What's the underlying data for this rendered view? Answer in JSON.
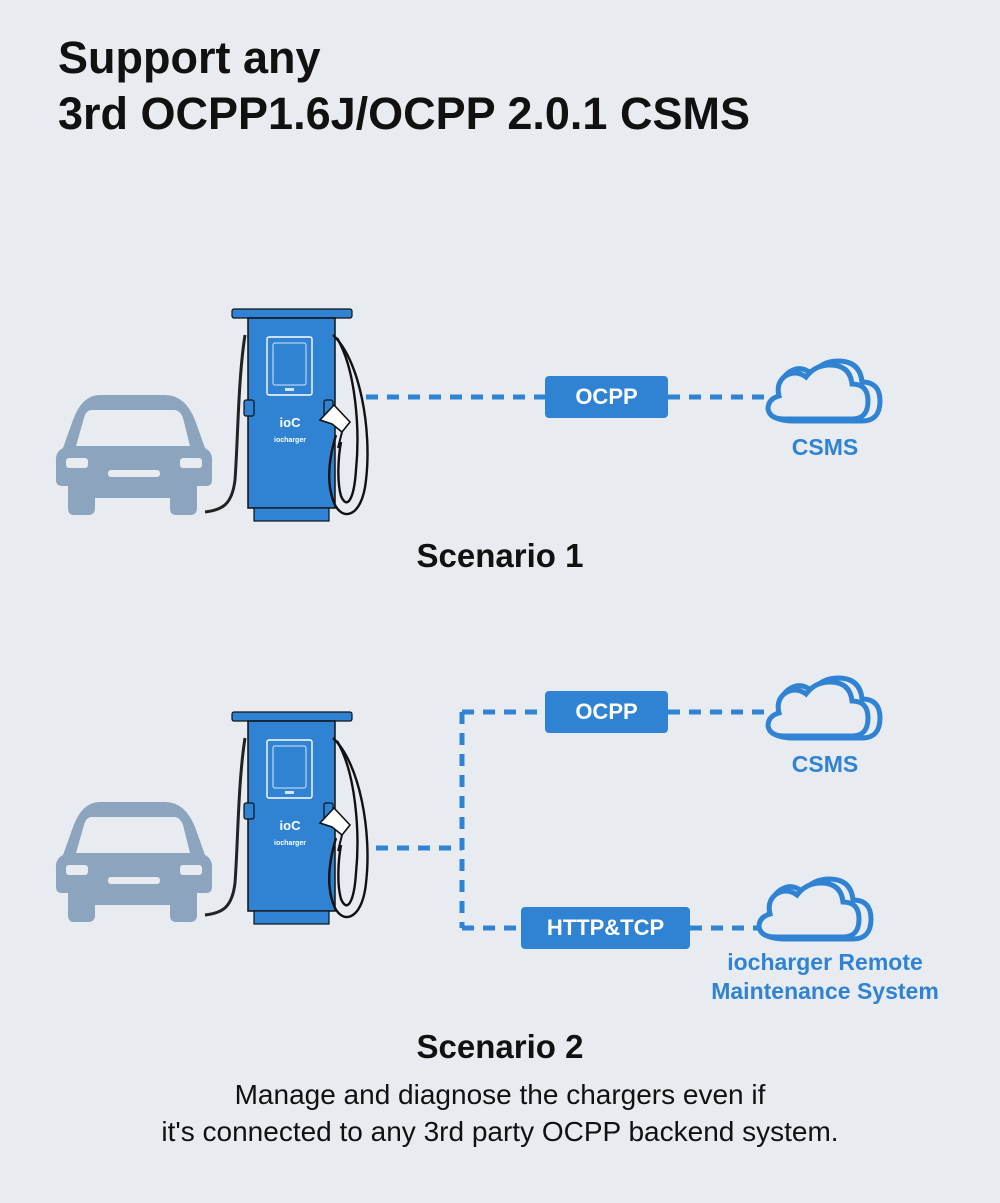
{
  "title": {
    "line1": "Support any",
    "line2": "3rd OCPP1.6J/OCPP 2.0.1 CSMS"
  },
  "scenario1": {
    "protocol_label": "OCPP",
    "cloud_label": "CSMS",
    "caption": "Scenario 1"
  },
  "scenario2": {
    "top_protocol_label": "OCPP",
    "top_cloud_label": "CSMS",
    "bottom_protocol_label": "HTTP&TCP",
    "bottom_cloud_label_line1": "iocharger Remote",
    "bottom_cloud_label_line2": "Maintenance System",
    "caption": "Scenario 2"
  },
  "charger": {
    "brand": "iocharger",
    "logo": "ioC"
  },
  "description": {
    "line1": "Manage and diagnose the chargers even if",
    "line2": "it's connected to any 3rd party OCPP backend system."
  },
  "colors": {
    "accent": "#2f83d2",
    "car": "#8ca4be",
    "background": "#e8ecf0"
  }
}
